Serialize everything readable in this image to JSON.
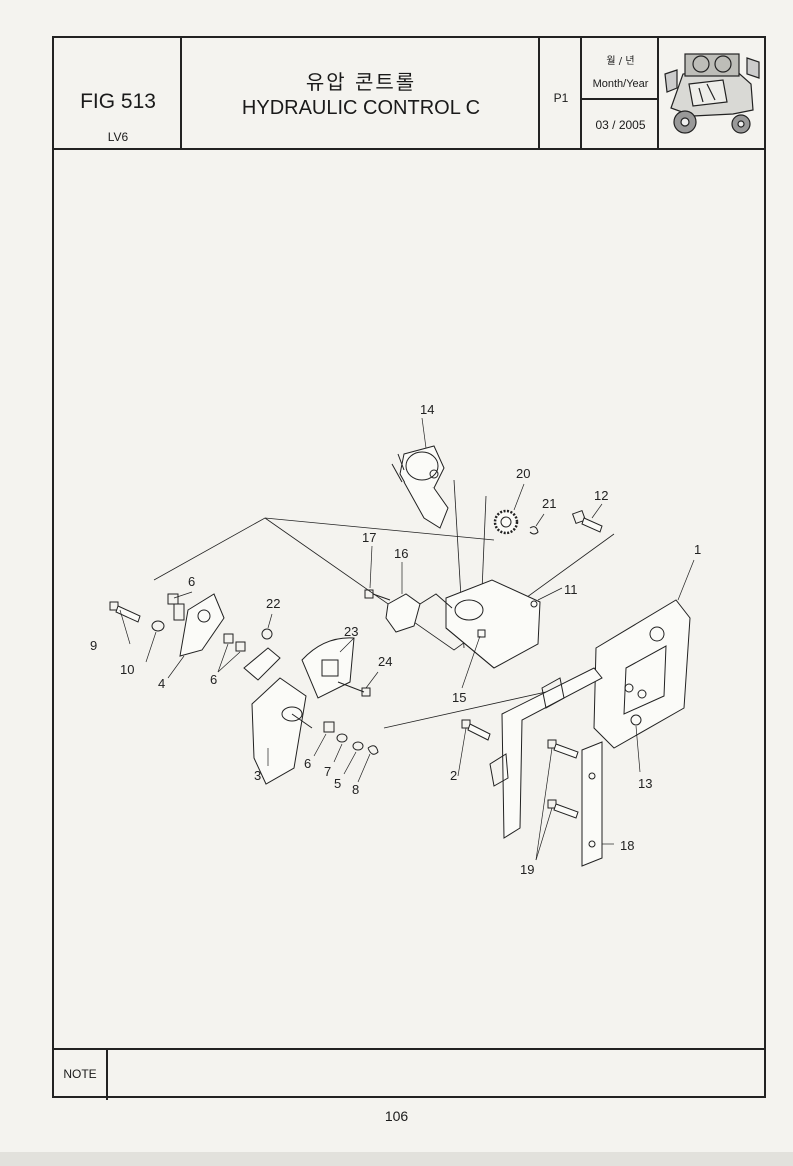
{
  "header": {
    "figure": "FIG 513",
    "model": "LV6",
    "title_korean": "유압 콘트롤",
    "title_english": "HYDRAULIC CONTROL C",
    "page_code": "P1",
    "date_label_korean": "월 / 년",
    "date_label_english": "Month/Year",
    "date_value": "03 / 2005",
    "thumbnail_icon": "machine-illustration-icon"
  },
  "diagram": {
    "callouts": [
      "1",
      "2",
      "3",
      "4",
      "5",
      "6",
      "6",
      "6",
      "7",
      "8",
      "9",
      "10",
      "11",
      "12",
      "13",
      "14",
      "15",
      "16",
      "17",
      "18",
      "19",
      "20",
      "21",
      "22",
      "23",
      "24"
    ]
  },
  "note": {
    "label": "NOTE"
  },
  "footer": {
    "page_number": "106"
  }
}
